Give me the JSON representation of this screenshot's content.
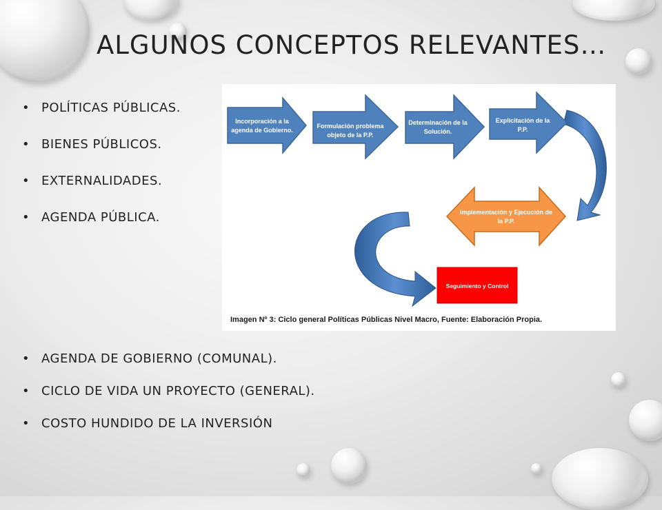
{
  "slide": {
    "title": "ALGUNOS CONCEPTOS RELEVANTES…"
  },
  "bullets_top": [
    "POLÍTICAS PÚBLICAS.",
    "BIENES PÚBLICOS.",
    "EXTERNALIDADES.",
    "AGENDA PÚBLICA."
  ],
  "bullets_bottom": [
    "AGENDA DE GOBIERNO (COMUNAL).",
    "CICLO DE VIDA UN PROYECTO (GENERAL).",
    "COSTO HUNDIDO DE LA INVERSIÓN"
  ],
  "bullet_glyph": "•",
  "diagram": {
    "steps": [
      {
        "line1": "Incorporación a la",
        "line2": "agenda de Gobierno."
      },
      {
        "line1": "Formulación problema",
        "line2": "objeto de la P.P."
      },
      {
        "line1": "Determinación de la",
        "line2": "Solución."
      },
      {
        "line1": "Explicitación de la",
        "line2": "P.P."
      }
    ],
    "implementation": {
      "line1": "Implementación y Ejecución de",
      "line2": "la P.P."
    },
    "control": "Seguimiento y Control",
    "caption": "Imagen Nº 3: Ciclo general Políticas Públicas Nivel Macro, Fuente: Elaboración Propia.",
    "colors": {
      "blue": "#4f81bd",
      "blue_dark": "#3c679a",
      "orange": "#f79646",
      "red": "#ff0000"
    }
  }
}
